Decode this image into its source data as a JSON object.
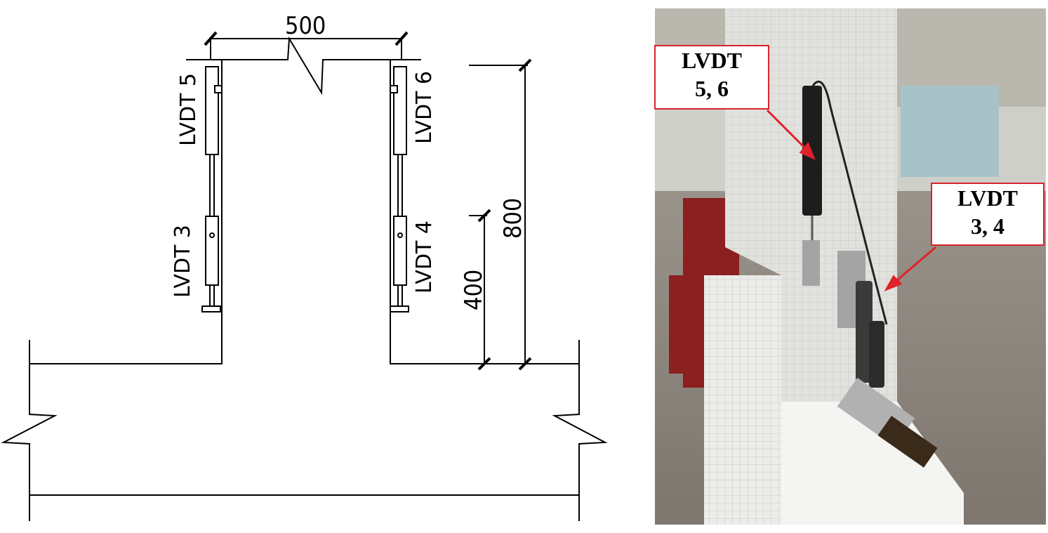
{
  "drawing": {
    "dimensions": {
      "width": "500",
      "height_top": "800",
      "height_mid": "400"
    },
    "lvdt_labels": {
      "lvdt5": "LVDT 5",
      "lvdt6": "LVDT 6",
      "lvdt3": "LVDT 3",
      "lvdt4": "LVDT 4"
    }
  },
  "photo": {
    "callouts": [
      {
        "line1": "LVDT",
        "line2": "5, 6"
      },
      {
        "line1": "LVDT",
        "line2": "3, 4"
      }
    ],
    "colors": {
      "arrow": "#e0222b",
      "wall": "#d8d8d4",
      "floor": "#8a8178",
      "steel": "#8c1f1f"
    }
  }
}
